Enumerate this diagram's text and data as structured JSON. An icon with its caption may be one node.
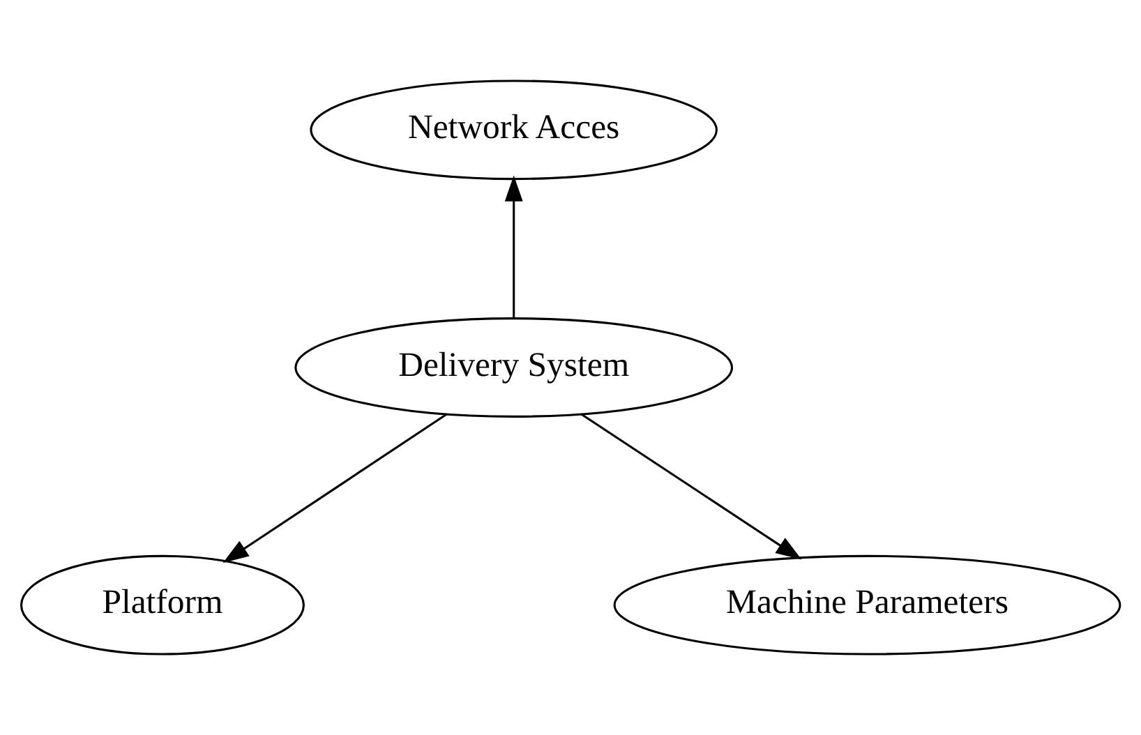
{
  "diagram": {
    "nodes": [
      {
        "text": [
          "Network Acces"
        ]
      },
      {
        "text": [
          "Delivery System"
        ]
      },
      {
        "text": [
          "Platform"
        ]
      },
      {
        "text": [
          "Machine Parameters"
        ]
      }
    ],
    "edges": [
      {
        "from": 1,
        "to": 0,
        "arrow": "to"
      },
      {
        "from": 1,
        "to": 2,
        "arrow": "to"
      },
      {
        "from": 1,
        "to": 3,
        "arrow": "to"
      }
    ]
  }
}
